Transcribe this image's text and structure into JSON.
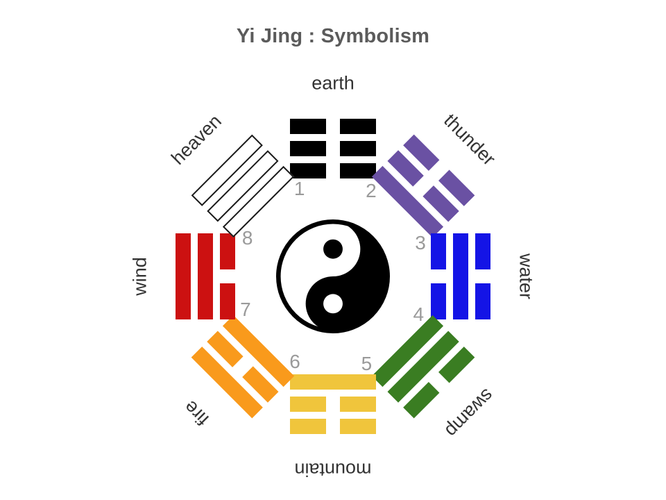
{
  "title": "Yi Jing : Symbolism",
  "center_symbol": {
    "name": "yin-yang",
    "yang_color": "#000000",
    "yin_color": "#ffffff"
  },
  "colors": {
    "title": "#5b5b5b",
    "label": "#333333",
    "number": "#9a9a9a",
    "background": "#ffffff"
  },
  "trigrams": [
    {
      "number": "1",
      "label": "earth",
      "color": "#000000",
      "outlined": false,
      "lines": [
        "yin",
        "yin",
        "yin"
      ],
      "angle": 0
    },
    {
      "number": "2",
      "label": "thunder",
      "color": "#6a51a3",
      "outlined": false,
      "lines": [
        "yin",
        "yin",
        "yang"
      ],
      "angle": 45
    },
    {
      "number": "3",
      "label": "water",
      "color": "#1414e6",
      "outlined": false,
      "lines": [
        "yin",
        "yang",
        "yin"
      ],
      "angle": 90
    },
    {
      "number": "4",
      "label": "swamp",
      "color": "#3a7d22",
      "outlined": false,
      "lines": [
        "yin",
        "yang",
        "yang"
      ],
      "angle": 135
    },
    {
      "number": "5",
      "label": "mountain",
      "color": "#f0c53c",
      "outlined": false,
      "lines": [
        "yin",
        "yin",
        "yang"
      ],
      "angle": 180
    },
    {
      "number": "6",
      "label": "fire",
      "color": "#f99a1c",
      "outlined": false,
      "lines": [
        "yang",
        "yin",
        "yang"
      ],
      "angle": 225
    },
    {
      "number": "7",
      "label": "wind",
      "color": "#cc1111",
      "outlined": false,
      "lines": [
        "yang",
        "yang",
        "yin"
      ],
      "angle": 270
    },
    {
      "number": "8",
      "label": "heaven",
      "color": "#ffffff",
      "outlined": true,
      "lines": [
        "yang",
        "yang",
        "yang"
      ],
      "angle": 315
    }
  ]
}
